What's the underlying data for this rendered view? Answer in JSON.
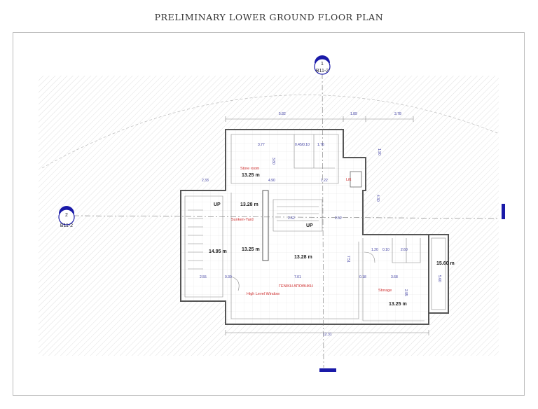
{
  "title": "PRELIMINARY LOWER GROUND FLOOR PLAN",
  "section_markers": {
    "top": {
      "number": "1",
      "ref": "B11-2"
    },
    "left": {
      "number": "2",
      "ref": "B11-2"
    }
  },
  "colors": {
    "dimension": "#3a3aa0",
    "room_label": "#d03030",
    "section_marker": "#1a1aa8"
  },
  "rooms": {
    "store_room": "Store room",
    "sunken_yard": "Sunken-Yard",
    "general_storage": "ΓΕΝΙΚΗ ΑΠΟΘΗΚΗ",
    "high_level_window": "High Level Window",
    "storage": "Storage",
    "lift": "Lift"
  },
  "areas": {
    "store_room": "13.25 m",
    "sunken_yard": "13.28 m",
    "stair": "14.95 m",
    "west": "13.25 m",
    "general": "13.28 m",
    "storage": "13.25 m",
    "balcony": "15.60 m"
  },
  "stairs": {
    "up1": "UP",
    "up2": "UP"
  },
  "dimensions": {
    "top1": "5.82",
    "top2": "1.89",
    "top3": "3.78",
    "d377": "3.77",
    "d045": "0.45/0.10",
    "d176": "1.76",
    "d190": "1.90",
    "d233": "2.33",
    "d490": "4.90",
    "d122": "1.22",
    "d430": "4.30",
    "d262": "2.62",
    "d252": "2.52",
    "d255": "2.55",
    "d030": "0.30",
    "d701": "7.01",
    "d018": "0.18",
    "d368": "3.68",
    "d120": "1.20",
    "d010": "0.10",
    "d260": "2.60",
    "d1231": "12.31",
    "d751": "7.51",
    "d560": "5.60",
    "d380": "3.80",
    "d395": "2.95"
  }
}
